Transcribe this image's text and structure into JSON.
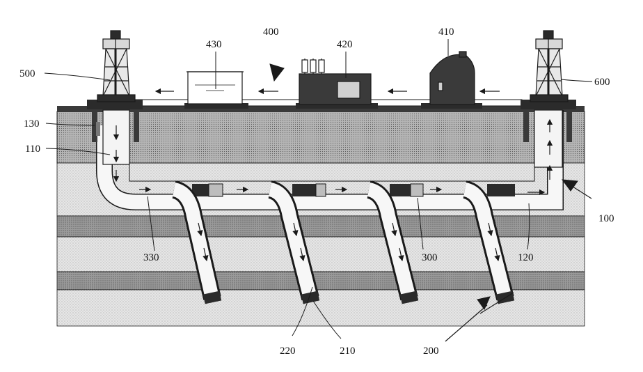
{
  "labels": {
    "l100": "100",
    "l110": "110",
    "l120": "120",
    "l130": "130",
    "l200": "200",
    "l210": "210",
    "l220": "220",
    "l300": "300",
    "l330": "330",
    "l400": "400",
    "l410": "410",
    "l420": "420",
    "l430": "430",
    "l500": "500",
    "l600": "600"
  },
  "colors": {
    "stroke": "#1a1a1a",
    "ground_light": "#e3e3e3",
    "ground_dark": "#9c9c9c",
    "ground_mid": "#bdbdbd",
    "well_fill": "#f4f4f4",
    "surface": "#3a3a3a",
    "packer": "#2b2b2b"
  },
  "icons": [
    "derrick-icon",
    "tank-icon",
    "dome-unit-icon",
    "box-unit-icon",
    "flow-arrow-icon"
  ]
}
